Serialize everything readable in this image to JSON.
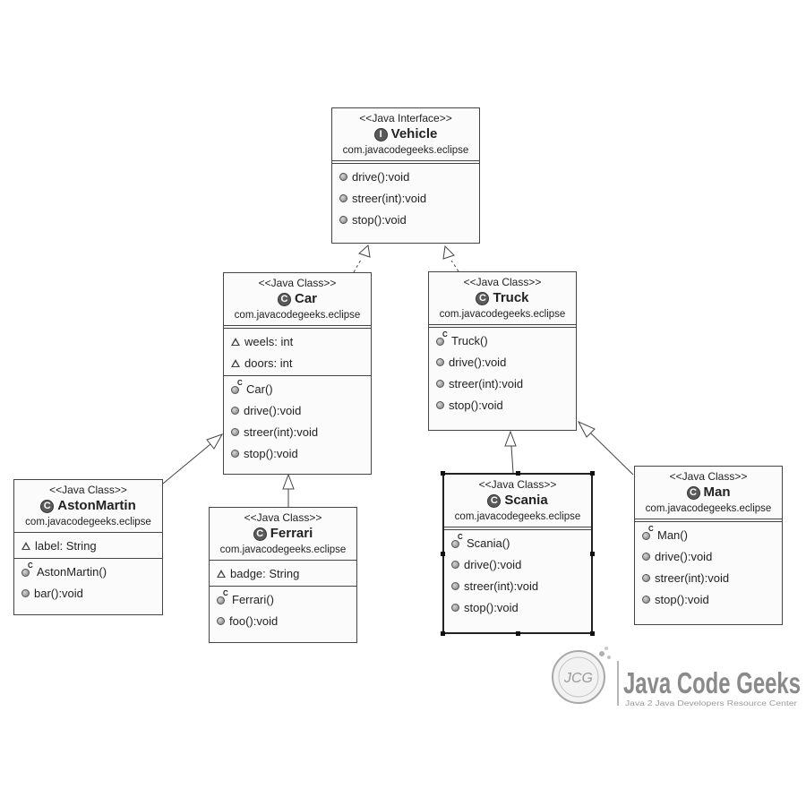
{
  "classes": {
    "vehicle": {
      "stereotype": "<<Java Interface>>",
      "name": "Vehicle",
      "package": "com.javacodegeeks.eclipse",
      "icon": "interface-icon",
      "methods": [
        "drive():void",
        "streer(int):void",
        "stop():void"
      ]
    },
    "car": {
      "stereotype": "<<Java Class>>",
      "name": "Car",
      "package": "com.javacodegeeks.eclipse",
      "icon": "class-icon",
      "fields": [
        "weels: int",
        "doors: int"
      ],
      "constructor": "Car()",
      "methods": [
        "drive():void",
        "streer(int):void",
        "stop():void"
      ]
    },
    "truck": {
      "stereotype": "<<Java Class>>",
      "name": "Truck",
      "package": "com.javacodegeeks.eclipse",
      "icon": "class-icon",
      "constructor": "Truck()",
      "methods": [
        "drive():void",
        "streer(int):void",
        "stop():void"
      ]
    },
    "astonmartin": {
      "stereotype": "<<Java Class>>",
      "name": "AstonMartin",
      "package": "com.javacodegeeks.eclipse",
      "icon": "class-icon",
      "fields": [
        "label: String"
      ],
      "constructor": "AstonMartin()",
      "methods": [
        "bar():void"
      ]
    },
    "ferrari": {
      "stereotype": "<<Java Class>>",
      "name": "Ferrari",
      "package": "com.javacodegeeks.eclipse",
      "icon": "class-icon",
      "fields": [
        "badge: String"
      ],
      "constructor": "Ferrari()",
      "methods": [
        "foo():void"
      ]
    },
    "scania": {
      "stereotype": "<<Java Class>>",
      "name": "Scania",
      "package": "com.javacodegeeks.eclipse",
      "icon": "class-icon",
      "constructor": "Scania()",
      "methods": [
        "drive():void",
        "streer(int):void",
        "stop():void"
      ]
    },
    "man": {
      "stereotype": "<<Java Class>>",
      "name": "Man",
      "package": "com.javacodegeeks.eclipse",
      "icon": "class-icon",
      "constructor": "Man()",
      "methods": [
        "drive():void",
        "streer(int):void",
        "stop():void"
      ]
    }
  },
  "icons": {
    "interface_glyph": "I",
    "class_glyph": "C",
    "constructor_glyph": "C"
  },
  "relations": [
    {
      "from": "Car",
      "to": "Vehicle",
      "type": "realization"
    },
    {
      "from": "Truck",
      "to": "Vehicle",
      "type": "realization"
    },
    {
      "from": "AstonMartin",
      "to": "Car",
      "type": "generalization"
    },
    {
      "from": "Ferrari",
      "to": "Car",
      "type": "generalization"
    },
    {
      "from": "Scania",
      "to": "Truck",
      "type": "generalization"
    },
    {
      "from": "Man",
      "to": "Truck",
      "type": "generalization"
    }
  ],
  "watermark": {
    "badge_text": "JCG",
    "title": "Java Code Geeks",
    "tagline": "Java 2 Java Developers Resource Center"
  },
  "colors": {
    "line": "#444444",
    "box_fill": "#fbfbfb",
    "watermark": "#9a9a9a"
  }
}
